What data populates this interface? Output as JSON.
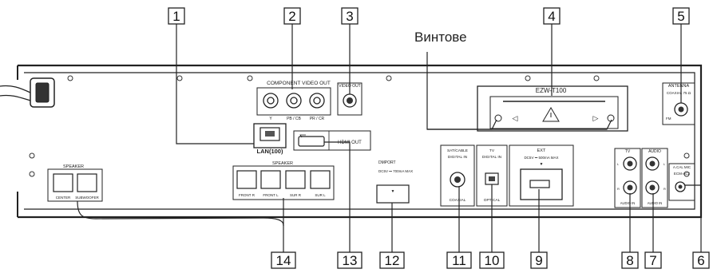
{
  "callout_word": "Винтове",
  "callouts": [
    "1",
    "2",
    "3",
    "4",
    "5",
    "6",
    "7",
    "8",
    "9",
    "10",
    "11",
    "12",
    "13",
    "14"
  ],
  "panel": {
    "component_video_out": "COMPONENT VIDEO OUT",
    "comp_y": "Y",
    "comp_pb": "PB / CB",
    "comp_pr": "PR / CR",
    "video_out": "VIDEO OUT",
    "lan": "LAN(100)",
    "hdmi_out": "HDMI OUT",
    "ezw": "EZW-T100",
    "antenna": "ANTENNA",
    "coaxial_75": "COAXIAL 75 Ω",
    "fm": "FM",
    "speaker": "SPEAKER",
    "center": "CENTER",
    "subwoofer": "SUBWOOFER",
    "front_r": "FRONT R",
    "front_l": "FRONT L",
    "sur_r": "SUR R",
    "sur_l": "SUR L",
    "dmport": "DMPORT",
    "dmport_power": "DC5V ⎓ 700mA MAX",
    "sat_cable": "SAT/CABLE",
    "digital_in": "DIGITAL IN",
    "coaxial": "COAXIAL",
    "tv": "TV",
    "optical": "OPTICAL",
    "ext": "EXT",
    "ext_power": "DC5V ⎓ 500mA MAX",
    "audio": "AUDIO",
    "audio_in": "AUDIO IN",
    "l": "L",
    "r": "R",
    "a_cal_mic": "A.CAL MIC",
    "ecm": "ECM-AC2"
  }
}
